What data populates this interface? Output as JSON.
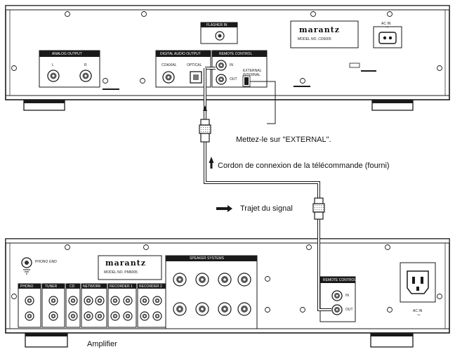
{
  "top_unit": {
    "brand": "marantz",
    "model": "MODEL NO. CD6005",
    "ac_label": "AC IN",
    "ac_symbol": "~",
    "sections": {
      "analog_output": "ANALOG OUTPUT",
      "analog_l": "L",
      "analog_r": "R",
      "digital_audio_output": "DIGITAL AUDIO OUTPUT",
      "coaxial": "COAXIAL",
      "optical": "OPTICAL",
      "remote_control": "REMOTE CONTROL",
      "rc_in": "IN",
      "rc_out": "OUT",
      "switch_external": "EXTERNAL",
      "switch_internal": "INTERNAL",
      "flasher_in": "FLASHER IN"
    }
  },
  "bottom_unit": {
    "brand": "marantz",
    "model": "MODEL NO. PM6005",
    "ac_label": "AC IN",
    "ac_symbol": "~",
    "sections": {
      "phono_ground": "PHONO GND",
      "phono": "PHONO",
      "tuner": "TUNER",
      "cd": "CD",
      "network": "NETWORK",
      "recorder1": "RECORDER 1",
      "recorder2": "RECORDER 2",
      "speaker_systems": "SPEAKER SYSTEMS",
      "remote_control": "REMOTE CONTROL",
      "rc_in": "IN",
      "rc_out": "OUT"
    }
  },
  "annotations": {
    "set_external": "Mettez-le sur \"EXTERNAL\".",
    "cable_label": "Cordon de connexion de la télécommande (fourni)",
    "signal_path_legend": "Trajet du signal",
    "amplifier": "Amplifier"
  },
  "colors": {
    "line": "#1a1a1a",
    "panel_fill": "#ffffff",
    "shade": "#d9d9d9",
    "dark": "#333333"
  }
}
